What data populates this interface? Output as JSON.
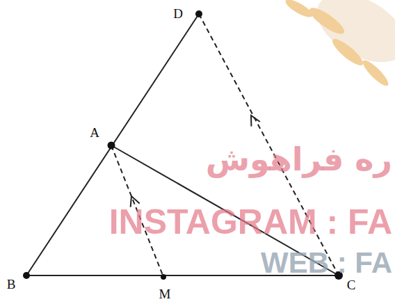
{
  "diagram": {
    "labels": [
      "D",
      "A",
      "B",
      "M",
      "C",
      "ره فراهوش",
      "INSTAGRAM : FA",
      "WEB : FA"
    ]
  }
}
